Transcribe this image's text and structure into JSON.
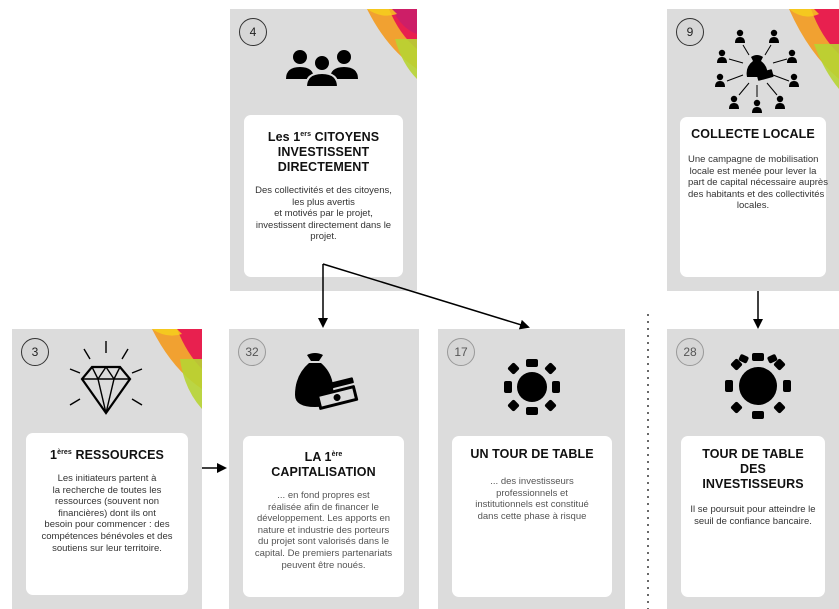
{
  "cards": {
    "c4": {
      "number": "4",
      "title_lines": [
        {
          "main": "Les 1",
          "sup": "ers",
          "rest": " CITOYENS"
        },
        {
          "main": "INVESTISSENT",
          "sup": "",
          "rest": ""
        },
        {
          "main": "DIRECTEMENT",
          "sup": "",
          "rest": ""
        }
      ],
      "desc_lines": [
        "Des collectivités et des citoyens,",
        "les plus avertis",
        "et motivés par le projet,",
        "investissent directement dans le",
        "projet."
      ]
    },
    "c9": {
      "number": "9",
      "title_lines": [
        {
          "main": "COLLECTE LOCALE",
          "sup": "",
          "rest": ""
        }
      ],
      "desc_lines": [
        "Une campagne de mobilisation",
        "locale est menée pour lever la",
        "part de capital nécessaire auprès",
        "des habitants et des collectivités",
        "locales."
      ]
    },
    "c3": {
      "number": "3",
      "title_lines": [
        {
          "main": "1",
          "sup": "ères",
          "rest": " RESSOURCES"
        }
      ],
      "desc_lines": [
        "Les initiateurs partent à",
        "la recherche de toutes les",
        "ressources (souvent non",
        "financières) dont ils ont",
        "besoin pour commencer : des",
        "compétences bénévoles et des",
        "soutiens sur leur territoire."
      ]
    },
    "c32": {
      "number": "32",
      "title_lines": [
        {
          "main": "LA 1",
          "sup": "ère",
          "rest": ""
        },
        {
          "main": "CAPITALISATION",
          "sup": "",
          "rest": ""
        }
      ],
      "desc_lines": [
        "... en fond propres est",
        "réalisée afin de financer le",
        "développement. Les apports en",
        "nature et industrie des porteurs",
        "du projet sont valorisés dans le",
        "capital. De premiers partenariats",
        "peuvent être noués."
      ]
    },
    "c17": {
      "number": "17",
      "title_lines": [
        {
          "main": "UN TOUR DE TABLE",
          "sup": "",
          "rest": ""
        }
      ],
      "desc_lines": [
        "... des investisseurs",
        "professionnels et",
        "institutionnels est constitué",
        "dans cette phase à risque"
      ]
    },
    "c28": {
      "number": "28",
      "title_lines": [
        {
          "main": "TOUR DE TABLE",
          "sup": "",
          "rest": ""
        },
        {
          "main": "DES INVESTISSEURS",
          "sup": "",
          "rest": ""
        }
      ],
      "desc_lines": [
        "Il se poursuit pour atteindre le",
        "seuil de confiance bancaire."
      ]
    }
  },
  "icons": {
    "c4": "people-group-icon",
    "c9": "money-collection-network-icon",
    "c3": "diamond-icon",
    "c32": "money-bag-icon",
    "c17": "round-table-icon",
    "c28": "round-table-icon"
  },
  "colors": {
    "card_bg": "#dcdcdc",
    "inner_bg": "#ffffff",
    "text": "#111111",
    "accent_red": "#e8204f",
    "accent_orange": "#f39a1e",
    "accent_yellow": "#f6d21b",
    "accent_green": "#b7d433"
  }
}
